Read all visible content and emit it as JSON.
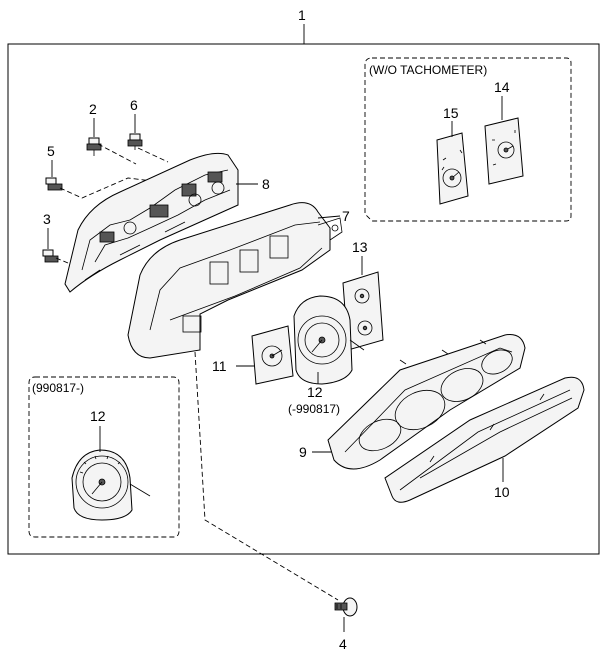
{
  "callouts": {
    "c1": "1",
    "c2": "2",
    "c3": "3",
    "c4": "4",
    "c5": "5",
    "c6": "6",
    "c7": "7",
    "c8": "8",
    "c9": "9",
    "c10": "10",
    "c11": "11",
    "c12": "12",
    "c12b": "12",
    "c13": "13",
    "c14": "14",
    "c15": "15"
  },
  "groups": {
    "wo_tachometer": "(W/O TACHOMETER)",
    "from_990817": "(990817-)",
    "to_990817": "(-990817)"
  },
  "icons": [
    "bulb-socket-icon",
    "screw-icon",
    "gauge-icon"
  ]
}
